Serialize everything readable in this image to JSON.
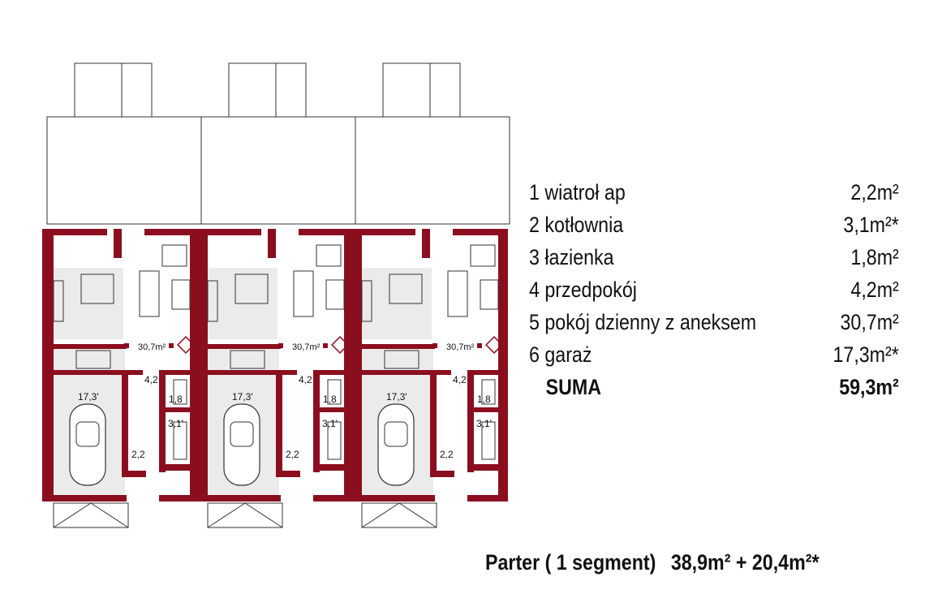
{
  "plan": {
    "segments": [
      {
        "labels": {
          "living": "30,7m²",
          "garage": "17,3'",
          "hall": "4,2",
          "bath": "1,8",
          "boiler": "3,1'",
          "vestibule": "2,2"
        }
      },
      {
        "labels": {
          "living": "30,7m²",
          "garage": "17,3'",
          "hall": "4,2",
          "bath": "1,8",
          "boiler": "3,1'",
          "vestibule": "2,2"
        }
      },
      {
        "labels": {
          "living": "30,7m²",
          "garage": "17,3'",
          "hall": "4,2",
          "bath": "1,8",
          "boiler": "3,1'",
          "vestibule": "2,2"
        }
      }
    ],
    "colors": {
      "wall": "#8b0e1f",
      "kitchen_floor": "#ebebeb",
      "line": "#333333"
    }
  },
  "legend": {
    "rooms": [
      {
        "label": "1 wiatroł ap",
        "area": "2,2m²"
      },
      {
        "label": "2 kotłownia",
        "area": "3,1m²*"
      },
      {
        "label": "3 łazienka",
        "area": "1,8m²"
      },
      {
        "label": "4 przedpokój",
        "area": "4,2m²"
      },
      {
        "label": "5 pokój dzienny z aneksem",
        "area": "30,7m²"
      },
      {
        "label": "6 garaż",
        "area": "17,3m²*"
      }
    ],
    "total": {
      "label": "SUMA",
      "area": "59,3m²"
    }
  },
  "footer": {
    "title": "Parter ( 1 segment)",
    "areas": "38,9m² + 20,4m²*"
  }
}
